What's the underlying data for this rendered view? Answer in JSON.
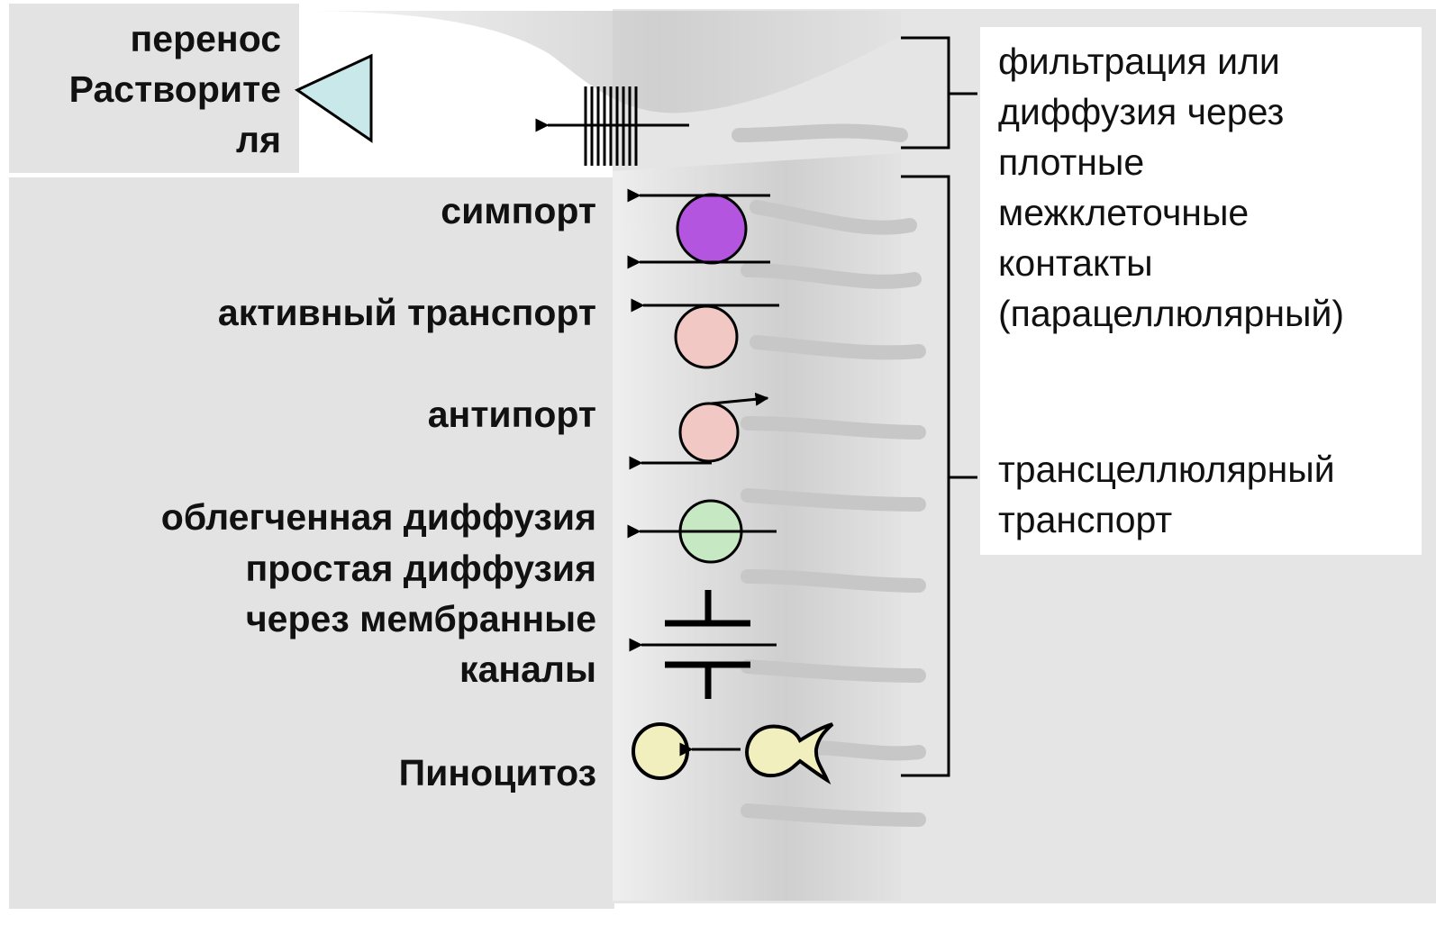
{
  "colors": {
    "panel_gray": "#e3e3e3",
    "symport_fill": "#b455e0",
    "active_fill": "#f2c8c4",
    "antiport_fill": "#f2c8c4",
    "facilitated_fill": "#c6e8c2",
    "pinocytosis_fill": "#f2efbe",
    "solvent_triangle_fill": "#c9e8ea"
  },
  "labels": {
    "solvent_transfer": "перенос\nРастворите\nля",
    "symport": "симпорт",
    "active": "активный транспорт",
    "antiport": "антипорт",
    "facilitated": "облегченная диффузия",
    "channels": "простая диффузия\nчерез мембранные\nканалы",
    "pinocytosis": "Пиноцитоз"
  },
  "right_text": {
    "paracellular": "фильтрация или\nдиффузия через\nплотные\nмежклеточные\nконтакты\n(парацеллюлярный)",
    "transcellular": "трансцеллюлярный\nтранспорт"
  }
}
